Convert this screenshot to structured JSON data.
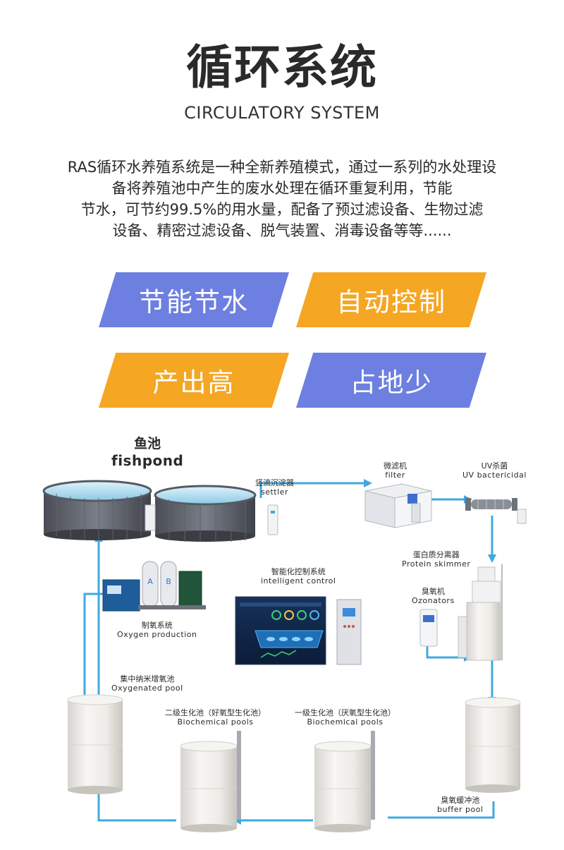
{
  "header": {
    "title": "循环系统",
    "subtitle": "CIRCULATORY SYSTEM"
  },
  "intro": {
    "lines": [
      "RAS循环水养殖系统是一种全新养殖模式，通过一系列的水处理设",
      "备将养殖池中产生的废水处理在循环重复利用，节能",
      "节水，可节约99.5%的用水量，配备了预过滤设备、生物过滤",
      "设备、精密过滤设备、脱气装置、消毒设备等等......"
    ]
  },
  "features": [
    {
      "label": "节能节水",
      "color": "#6d7fe0"
    },
    {
      "label": "自动控制",
      "color": "#f5a623"
    },
    {
      "label": "产出高",
      "color": "#f5a623"
    },
    {
      "label": "占地少",
      "color": "#6d7fe0"
    }
  ],
  "diagram": {
    "pipe_color": "#3fa9e0",
    "components": {
      "fishpond": {
        "cn": "鱼池",
        "en": "fishpond"
      },
      "settler": {
        "cn": "竖流沉淀器",
        "en": "settler"
      },
      "filter": {
        "cn": "微滤机",
        "en": "filter"
      },
      "uv": {
        "cn": "UV杀菌",
        "en": "UV bactericidal"
      },
      "skimmer": {
        "cn": "蛋白质分离器",
        "en": "Protein skimmer"
      },
      "ozonators": {
        "cn": "臭氧机",
        "en": "Ozonators"
      },
      "control": {
        "cn": "智能化控制系统",
        "en": "intelligent control"
      },
      "oxygen": {
        "cn": "制氧系统",
        "en": "Oxygen production"
      },
      "oxygenated": {
        "cn": "集中纳米增氧池",
        "en": "Oxygenated pool"
      },
      "bio2": {
        "cn": "二级生化池（好氧型生化池）",
        "en": "Biochemical pools"
      },
      "bio1": {
        "cn": "一级生化池（厌氧型生化池）",
        "en": "Biochemical pools"
      },
      "buffer": {
        "cn": "臭氧缓冲池",
        "en": "buffer pool"
      }
    },
    "tank_markings": [
      "A",
      "B"
    ]
  }
}
